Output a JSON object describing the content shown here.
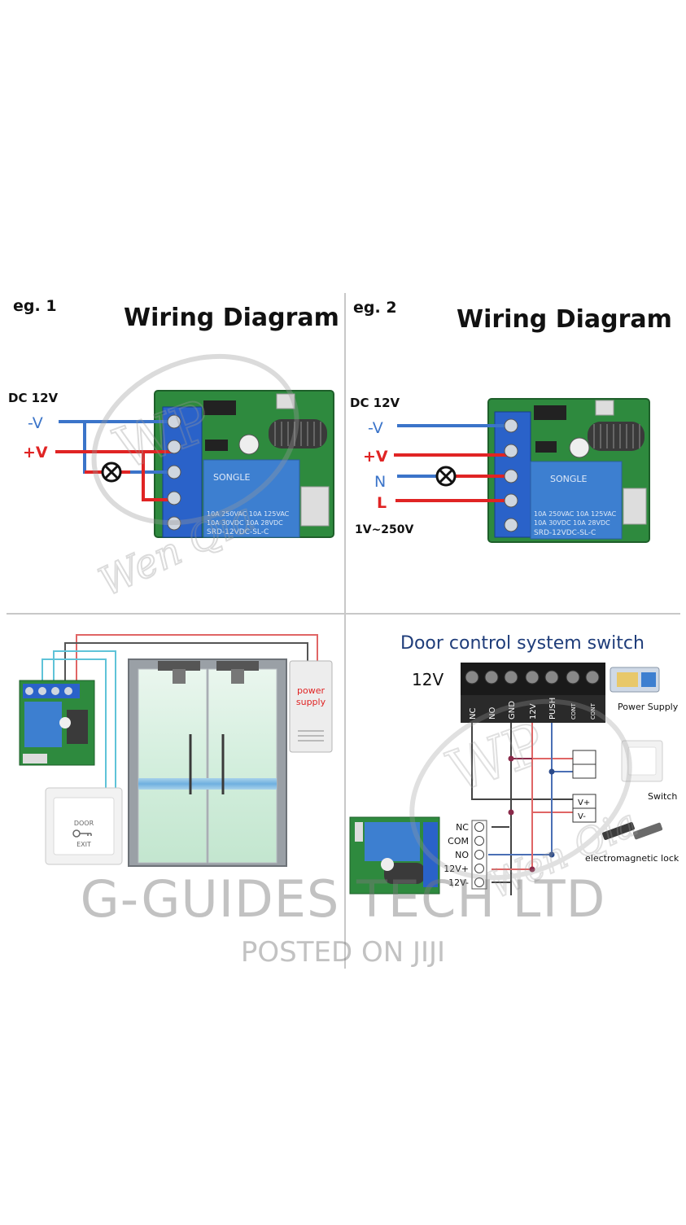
{
  "panel1": {
    "eg_label": "eg. 1",
    "title": "Wiring Diagram",
    "supply_label": "DC 12V",
    "neg_label": "-V",
    "pos_label": "+V",
    "relay_brand": "SONGLE",
    "relay_spec_1": "10A 250VAC 10A 125VAC",
    "relay_spec_2": "10A 30VDC 10A 28VDC",
    "relay_model": "SRD-12VDC-SL-C"
  },
  "panel2": {
    "eg_label": "eg. 2",
    "title": "Wiring Diagram",
    "supply_label": "DC 12V",
    "neg_label": "-V",
    "pos_label": "+V",
    "n_label": "N",
    "l_label": "L",
    "ac_label": "1V~250V",
    "relay_brand": "SONGLE",
    "relay_spec_1": "10A 250VAC 10A 125VAC",
    "relay_spec_2": "10A 30VDC 10A 28VDC",
    "relay_model": "SRD-12VDC-SL-C"
  },
  "panel3": {
    "power_supply_line1": "power",
    "power_supply_line2": "supply",
    "exit_line1": "DOOR",
    "exit_line2": "EXIT"
  },
  "panel4": {
    "title": "Door control system switch",
    "voltage_label": "12V",
    "terminals": [
      "NC",
      "NO",
      "GND",
      "12V",
      "PUSH",
      "CONT",
      "CONT"
    ],
    "power_supply_label": "Power Supply",
    "switch_label": "Switch",
    "lock_label": "electromagnetic lock",
    "vplus_label": "V+",
    "vminus_label": "V-",
    "relay_terminals": [
      "NC",
      "COM",
      "NO",
      "12V+",
      "12V-"
    ]
  },
  "watermark": {
    "main": "G-GUIDES TECH LTD",
    "sub": "POSTED ON JIJI",
    "logo_text": "Wen Qia",
    "logo_mark": "WP"
  },
  "colors": {
    "wire_blue": "#3b74c9",
    "wire_red": "#e02424",
    "board_green": "#2e8a3e",
    "relay_blue": "#3d7fd0",
    "terminal_blue": "#2a62c9",
    "title_blue": "#1f3d7a"
  }
}
